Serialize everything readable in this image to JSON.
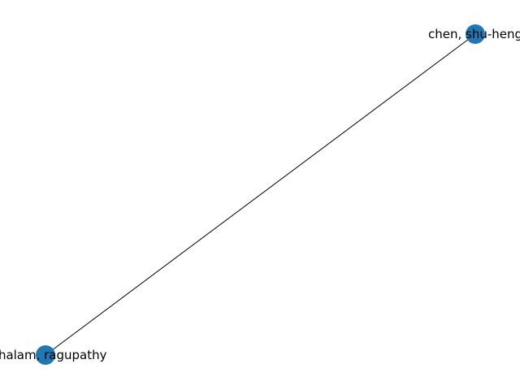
{
  "graph": {
    "node_color": "#1f77b4",
    "edge_color": "#000000",
    "nodes": [
      {
        "id": "n1",
        "label": "chen, shu-heng"
      },
      {
        "id": "n2",
        "label": "achalam, ragupathy"
      }
    ],
    "edges": [
      {
        "source": "n1",
        "target": "n2"
      }
    ]
  }
}
